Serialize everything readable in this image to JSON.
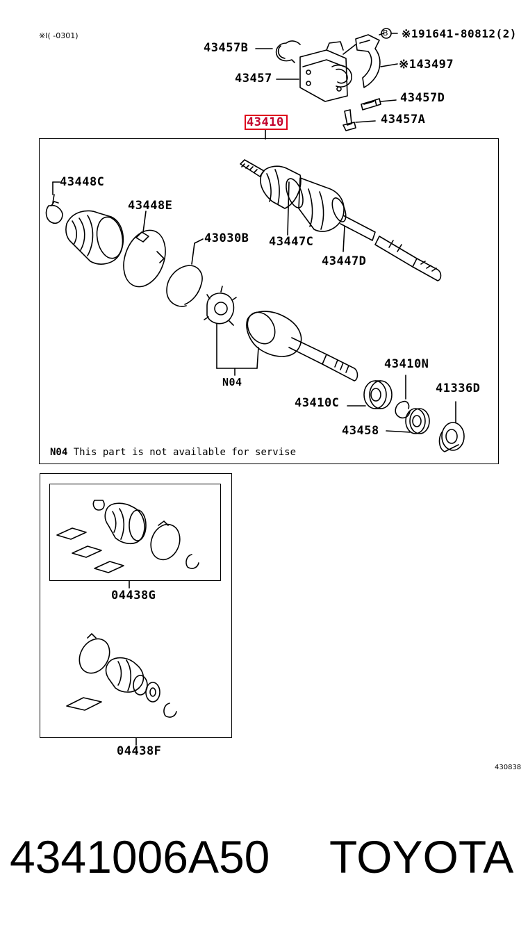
{
  "header_note": "※I(     -0301)",
  "top_labels": {
    "p43457B": "43457B",
    "p43457": "43457",
    "p91641": "※191641-80812(2)",
    "b_marker": "B",
    "p43497": "※143497",
    "p43457D": "43457D",
    "p43457A": "43457A",
    "highlight_part": "43410"
  },
  "main_labels": {
    "p43448C": "43448C",
    "p43448E": "43448E",
    "p43030B": "43030B",
    "p43447C": "43447C",
    "p43447D": "43447D",
    "p43410N": "43410N",
    "p41336D": "41336D",
    "p43410C": "43410C",
    "p43458": "43458",
    "pN04": "N04"
  },
  "footnote": {
    "code": "N04",
    "text": "This part is not available for servise"
  },
  "kits": {
    "kit1": "04438G",
    "kit2": "04438F"
  },
  "diagram_id": "430838",
  "part_number": "4341006A50",
  "brand": "TOYOTA",
  "colors": {
    "highlight": "#e0001b",
    "ink": "#000000"
  }
}
